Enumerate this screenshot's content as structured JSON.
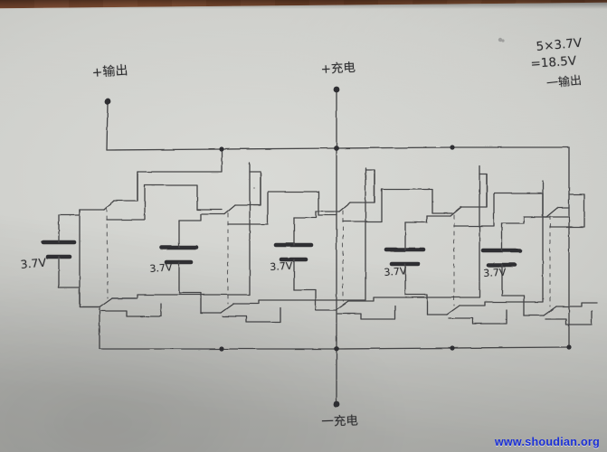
{
  "image": {
    "subject": "hand-drawn battery pack wiring schematic on paper",
    "background_color": "#9a5c3b",
    "paper_color": "#cfd0cc",
    "ink_color": "#343436"
  },
  "annotations": {
    "output_positive": "+输出",
    "charge_positive": "+充电",
    "charge_negative": "一充电",
    "calc_line1": "5×3.7V",
    "calc_line2": "=18.5V",
    "calc_line3": "一输出"
  },
  "cells": [
    {
      "id": "cell-1",
      "label": "3.7V"
    },
    {
      "id": "cell-2",
      "label": "3.7V"
    },
    {
      "id": "cell-3",
      "label": "3.7V"
    },
    {
      "id": "cell-4",
      "label": "3.7V"
    },
    {
      "id": "cell-5",
      "label": "3.7V"
    }
  ],
  "watermark": {
    "text": "www.shoudian.org",
    "color": "#1a2fd6"
  },
  "chart_data": {
    "type": "diagram",
    "title": "5-cell series/parallel switching battery pack",
    "cell_count": 5,
    "cell_voltage": 3.7,
    "series_total_voltage": 18.5,
    "terminals": [
      "+输出",
      "+充电",
      "一充电",
      "一输出"
    ],
    "switches_per_cell": 2,
    "switch_type": "double-pole (ganged, dashed linkage)"
  }
}
